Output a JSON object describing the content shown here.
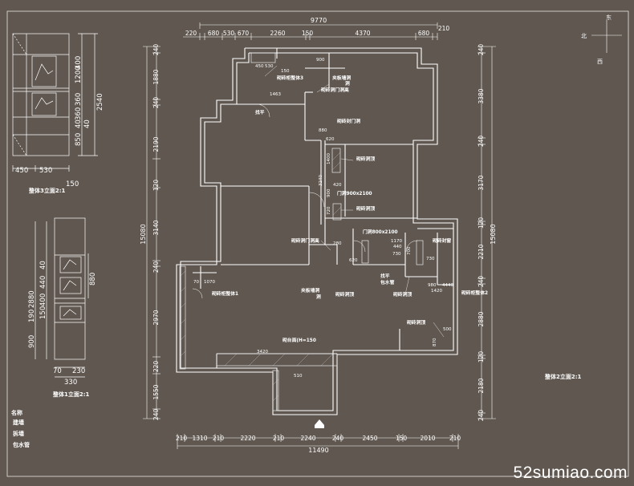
{
  "plan": {
    "top_total": "9770",
    "top_segments": [
      "220",
      "680",
      "530",
      "670",
      "2260",
      "150",
      "4370",
      "680",
      "210"
    ],
    "bottom_total": "11490",
    "bottom_segments": [
      "210",
      "1310",
      "210",
      "2220",
      "210",
      "2240",
      "240",
      "2450",
      "150",
      "2010",
      "210"
    ],
    "left_total": "15080",
    "left_segments": [
      "240",
      "1880",
      "240",
      "2190",
      "120",
      "3140",
      "240",
      "2970",
      "220",
      "1550",
      "240"
    ],
    "right_total": "15080",
    "right_segments": [
      "240",
      "3380",
      "240",
      "3170",
      "120",
      "2210",
      "240",
      "2880",
      "120",
      "2180",
      "240"
    ],
    "inner_dims": [
      "450",
      "530",
      "150",
      "900",
      "1463",
      "880",
      "1400",
      "620",
      "3240",
      "900",
      "420",
      "720",
      "1170",
      "440",
      "730",
      "700",
      "730",
      "980",
      "1420",
      "4440",
      "3420",
      "510",
      "500",
      "870",
      "280",
      "620",
      "70",
      "1070"
    ],
    "labels": {
      "tile_cabinet_3": "砌砖柜整体3",
      "partition_stud": "夹板墙洞",
      "partition_stud_2": "夹板墙洞",
      "brick_door_height": "砌砖洞门洞高",
      "brick_door_height_2": "砌砖洞门洞高",
      "level_1": "找平",
      "level_2": "找平",
      "brick_door_top": "砌砖封门洞",
      "brick_top_1": "砌砖洞顶",
      "brick_top_2": "砌砖洞顶",
      "door_size_1": "门洞900x2100",
      "door_size_2": "门洞800x2100",
      "brick_closet": "砌砖封窗",
      "pipe_wrap": "包水管",
      "brick_top_3": "砌砖洞顶",
      "brick_top_4": "砌砖洞顶",
      "brick_top_5": "砌砖洞顶",
      "brick_cabinet_1": "砌砖柜整体1",
      "brick_cabinet_2": "砌砖柜整体2",
      "counter": "砌台面(H=150",
      "cabinet2_elev": "整体2立面2:1"
    },
    "compass": {
      "north": "北",
      "east": "东",
      "west": "西"
    }
  },
  "elevation3": {
    "caption": "整体3立面2:1",
    "heights": [
      "1200",
      "360",
      "360",
      "400",
      "40",
      "40",
      "850"
    ],
    "total": "2540",
    "widths": [
      "450",
      "530"
    ],
    "side": "150"
  },
  "elevation1": {
    "caption": "整体1立面2:1",
    "heights": [
      "2880",
      "40",
      "440",
      "400",
      "150",
      "190",
      "900"
    ],
    "side_dim": "880",
    "widths": [
      "70",
      "230"
    ],
    "total_width": "330"
  },
  "legend": {
    "title": "名称",
    "items": [
      "建墙",
      "拆墙",
      "包水管"
    ]
  },
  "watermark": "52sumiao.com"
}
